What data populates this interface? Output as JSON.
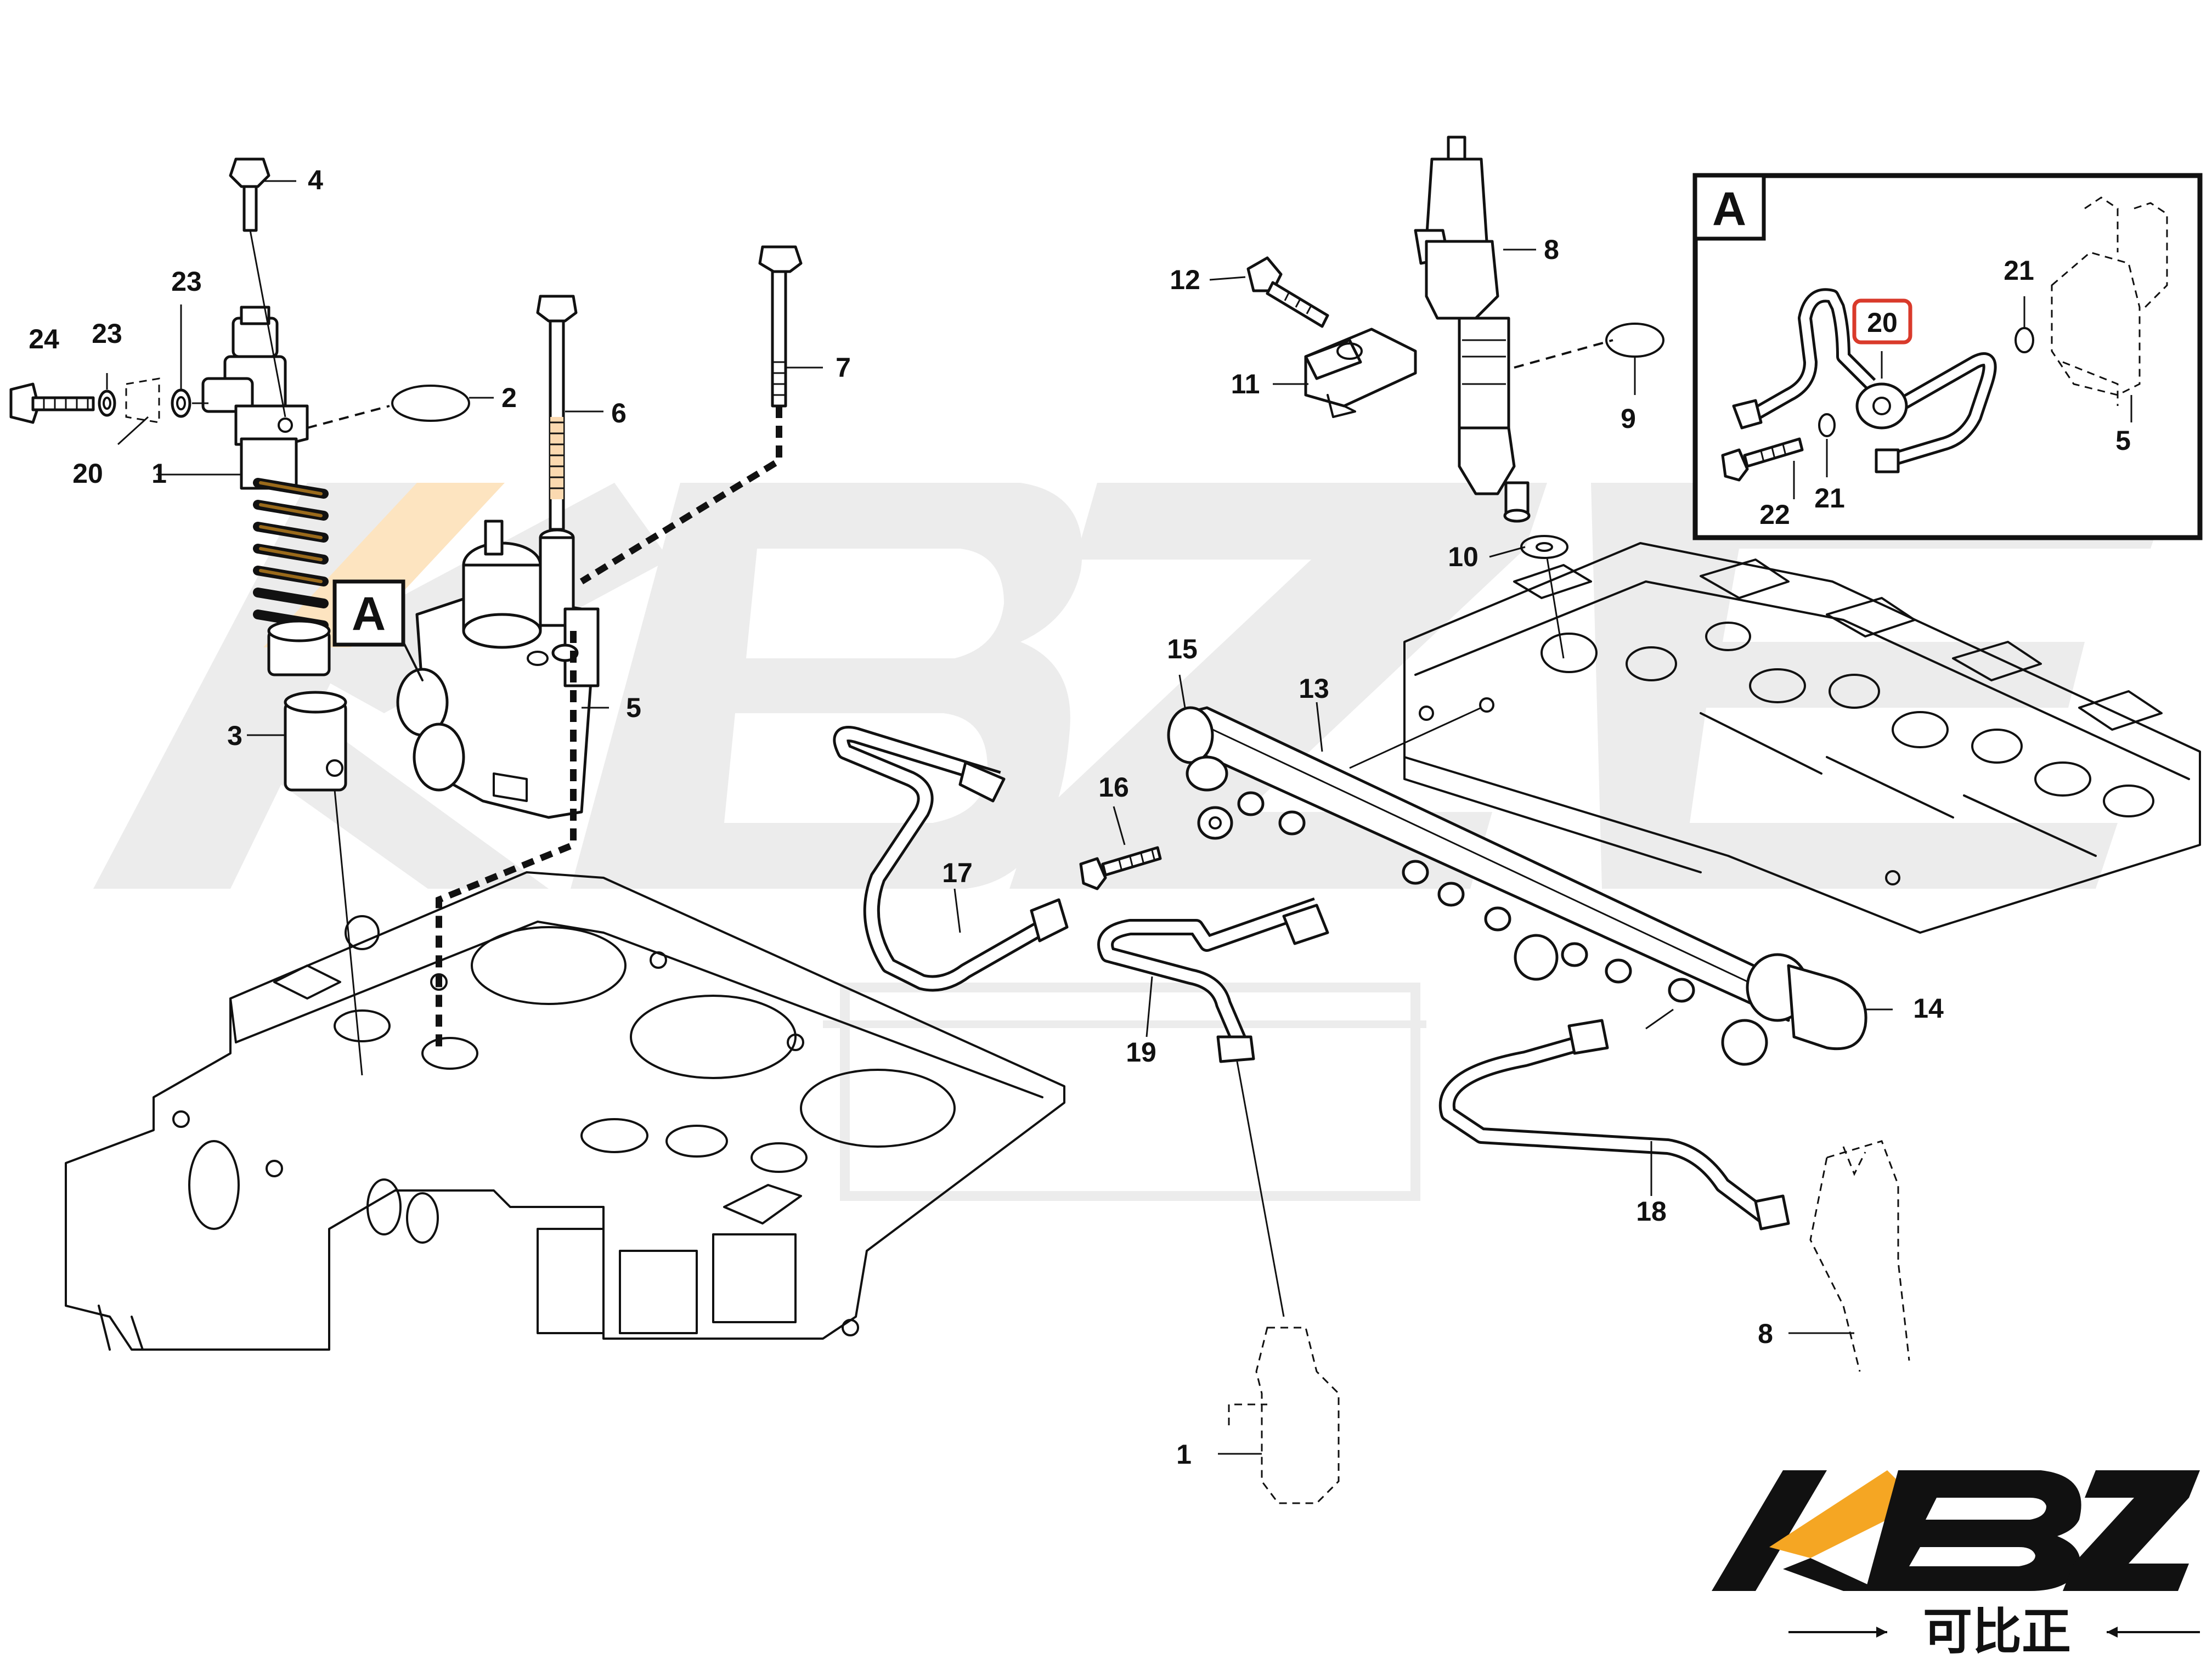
{
  "diagram": {
    "detail_box_label": "A",
    "callout_box_label": "A",
    "labels": [
      {
        "id": "l4",
        "text": "4"
      },
      {
        "id": "l23a",
        "text": "23"
      },
      {
        "id": "l23b",
        "text": "23"
      },
      {
        "id": "l24",
        "text": "24"
      },
      {
        "id": "l2",
        "text": "2"
      },
      {
        "id": "l6",
        "text": "6"
      },
      {
        "id": "l7",
        "text": "7"
      },
      {
        "id": "l20",
        "text": "20"
      },
      {
        "id": "l1",
        "text": "1"
      },
      {
        "id": "l3",
        "text": "3"
      },
      {
        "id": "l5",
        "text": "5"
      },
      {
        "id": "l12",
        "text": "12"
      },
      {
        "id": "l11",
        "text": "11"
      },
      {
        "id": "l8",
        "text": "8"
      },
      {
        "id": "l9",
        "text": "9"
      },
      {
        "id": "l10",
        "text": "10"
      },
      {
        "id": "l15",
        "text": "15"
      },
      {
        "id": "l13",
        "text": "13"
      },
      {
        "id": "l16",
        "text": "16"
      },
      {
        "id": "l17",
        "text": "17"
      },
      {
        "id": "l19",
        "text": "19"
      },
      {
        "id": "l14",
        "text": "14"
      },
      {
        "id": "l18",
        "text": "18"
      },
      {
        "id": "l8b",
        "text": "8"
      },
      {
        "id": "l1b",
        "text": "1"
      }
    ],
    "detail_labels": [
      {
        "id": "d20",
        "text": "20",
        "highlight": true
      },
      {
        "id": "d21a",
        "text": "21"
      },
      {
        "id": "d5",
        "text": "5"
      },
      {
        "id": "d22",
        "text": "22"
      },
      {
        "id": "d21b",
        "text": "21"
      }
    ],
    "highlight_color": "#d93a2b"
  },
  "brand": {
    "logo_letters": [
      "K",
      "B",
      "Z",
      "E"
    ],
    "logo_sub": "可比正",
    "accent": "#f5a623",
    "dark": "#111111"
  }
}
